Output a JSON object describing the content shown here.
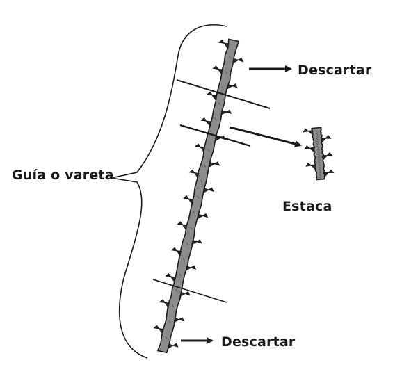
{
  "labels": {
    "guide": "Guía o vareta",
    "discard_top": "Descartar",
    "cutting": "Estaca",
    "discard_bottom": "Descartar"
  },
  "colors": {
    "stem": "#8c8c8c",
    "outline": "#1a1a1a",
    "background": "#ffffff"
  }
}
